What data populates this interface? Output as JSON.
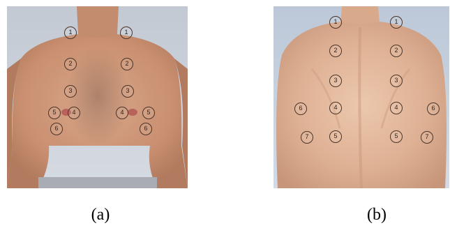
{
  "figure": {
    "panel_a": {
      "caption": "(a)",
      "markers": [
        "1",
        "1",
        "2",
        "2",
        "3",
        "3",
        "5",
        "4",
        "4",
        "5",
        "6",
        "6"
      ]
    },
    "panel_b": {
      "caption": "(b)",
      "markers": [
        "1",
        "1",
        "2",
        "2",
        "3",
        "3",
        "6",
        "4",
        "4",
        "6",
        "7",
        "5",
        "5",
        "7"
      ]
    }
  }
}
